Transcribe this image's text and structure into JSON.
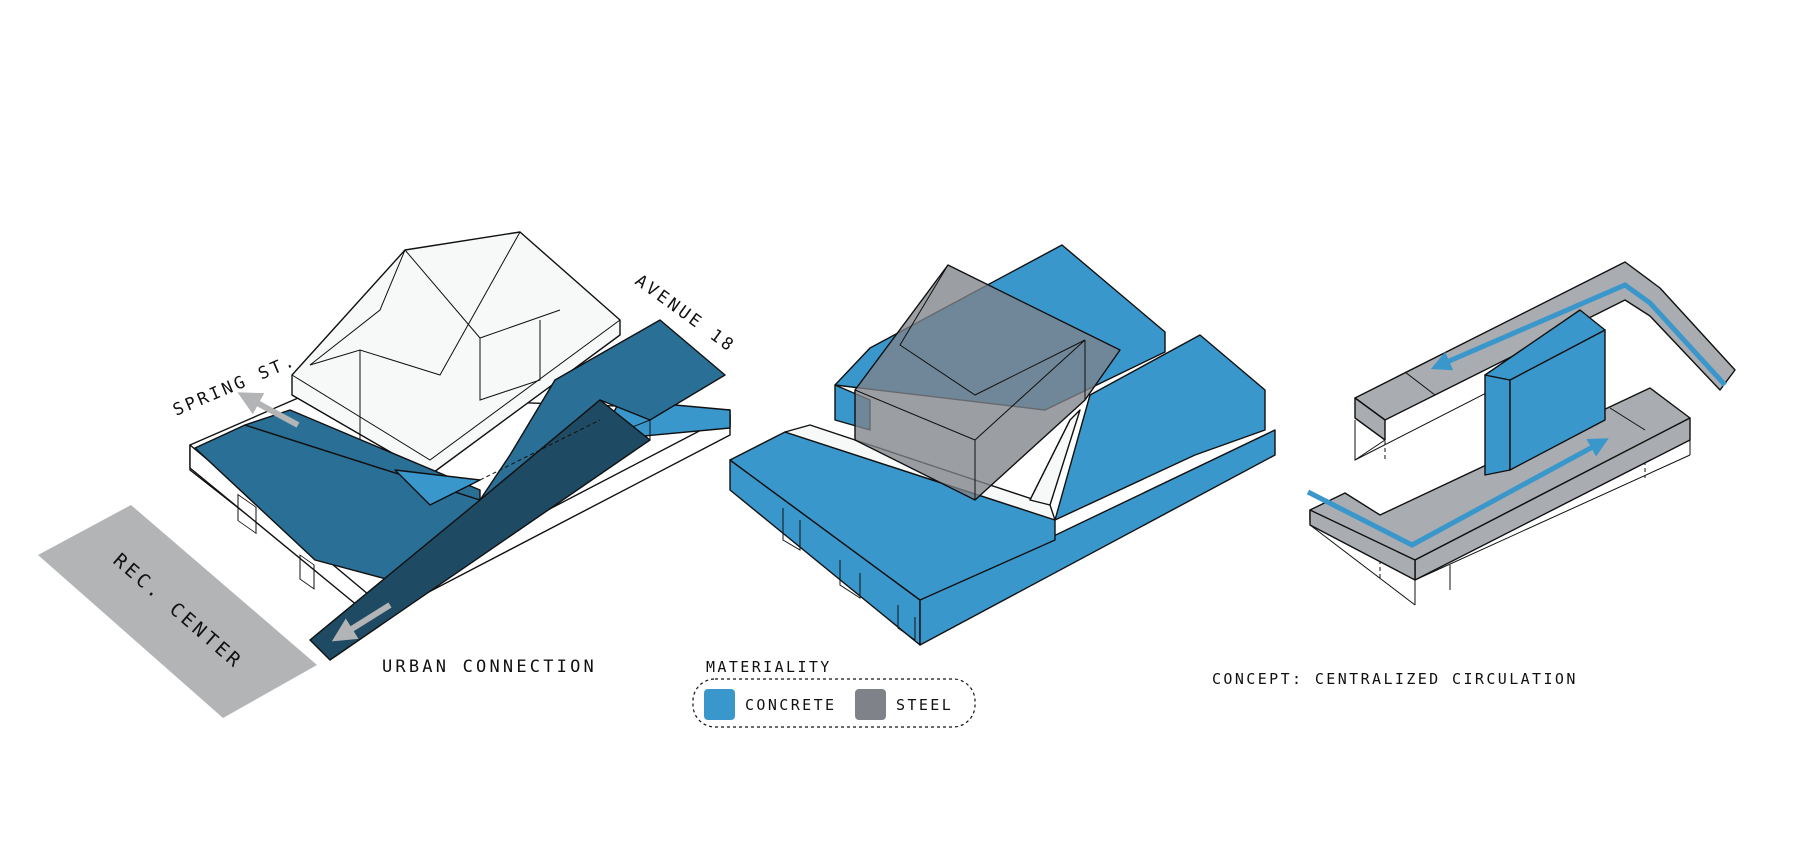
{
  "colors": {
    "concrete": "#3a97cc",
    "concrete_dark": "#2a6f96",
    "ramp_dark": "#1f4a63",
    "steel": "#7f8389",
    "steel_light": "#a9acb0",
    "site_gray": "#b3b4b6",
    "outline": "#111111",
    "white_mass": "#f7f8f8"
  },
  "labels": {
    "spring_st": "SPRING ST.",
    "avenue_18": "AVENUE 18",
    "rec_center": "REC. CENTER",
    "urban_connection": "URBAN CONNECTION",
    "materiality": "MATERIALITY",
    "concrete": "CONCRETE",
    "steel": "STEEL",
    "concept": "CONCEPT: CENTRALIZED CIRCULATION"
  },
  "icons": {
    "spring_arrow": "arrow-icon",
    "urban_arrow": "arrow-icon",
    "circulation_arrow_top": "arrow-icon",
    "circulation_arrow_bottom": "arrow-icon"
  }
}
